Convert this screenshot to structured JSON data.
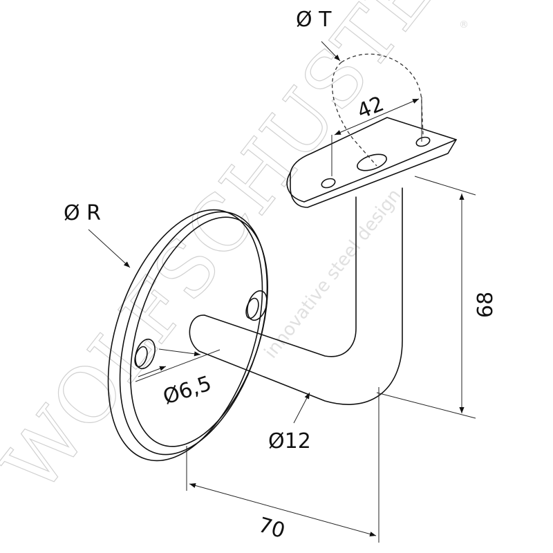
{
  "drawing": {
    "title": "Handrail bracket with round wall plate",
    "dimensions": {
      "tube_diameter": "Ø T",
      "rosette_diameter": "Ø R",
      "hole_diameter": "Ø6,5",
      "bar_diameter": "Ø12",
      "saddle_hole_spacing": "42",
      "height": "68",
      "projection": "70"
    },
    "watermark": {
      "brand": "WOLFSCHUSTER",
      "registered": "®",
      "tagline": "innovative steel design"
    }
  }
}
